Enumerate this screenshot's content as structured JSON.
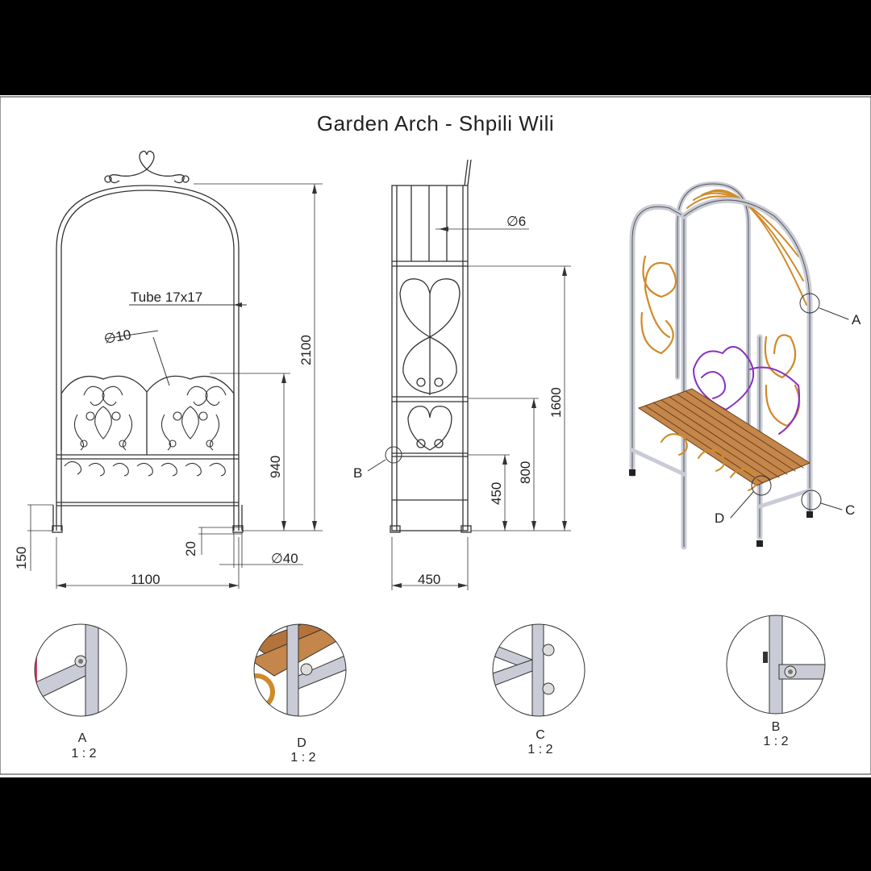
{
  "title": "Garden Arch - Shpili Wili",
  "front_view": {
    "tube_label": "Tube 17x17",
    "dia_tube": "∅10",
    "dim_height": "2100",
    "dim_seat_back": "940",
    "dim_foot": "150",
    "dim_foot_gap": "20",
    "dim_foot_dia": "∅40",
    "dim_width": "1100"
  },
  "side_view": {
    "dia_rod": "∅6",
    "dim_1600": "1600",
    "dim_800": "800",
    "dim_450_h": "450",
    "dim_depth": "450",
    "callout_b": "B"
  },
  "iso_view": {
    "callout_a": "A",
    "callout_c": "C",
    "callout_d": "D",
    "colors": {
      "frame": "#c9ccd6",
      "scroll": "#d08a2a",
      "purple": "#8a2fbf",
      "wood": "#b5733c"
    }
  },
  "details": [
    {
      "name": "A",
      "scale": "1 : 2"
    },
    {
      "name": "D",
      "scale": "1 : 2"
    },
    {
      "name": "C",
      "scale": "1 : 2"
    },
    {
      "name": "B",
      "scale": "1 : 2"
    }
  ]
}
